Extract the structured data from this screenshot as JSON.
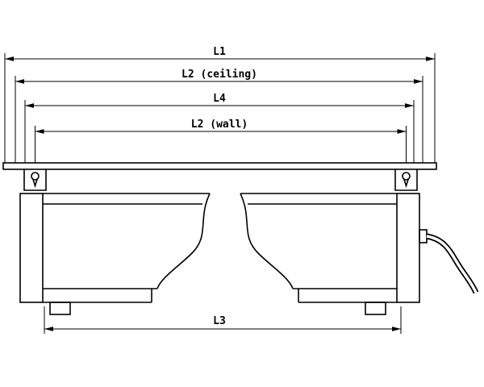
{
  "diagram": {
    "title": "fixture-dimension-drawing",
    "labels": {
      "l1": "L1",
      "l2_ceiling": "L2 (ceiling)",
      "l4": "L4",
      "l2_wall": "L2 (wall)",
      "l3": "L3"
    },
    "colors": {
      "line": "#000000",
      "background": "#ffffff"
    }
  }
}
